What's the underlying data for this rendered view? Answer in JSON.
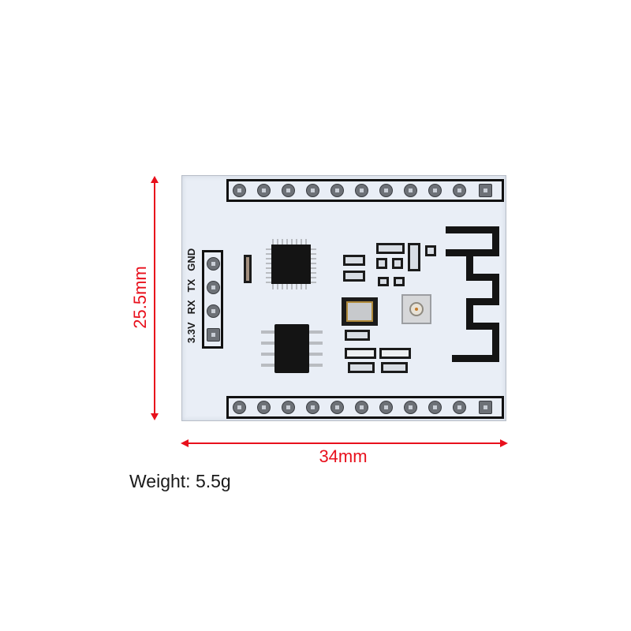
{
  "product": {
    "type": "PCB module (WiFi module breakout)",
    "board_color": "#e9eef6"
  },
  "dimensions": {
    "height_label": "25.5mm",
    "width_label": "34mm",
    "color": "#e8101c"
  },
  "weight": {
    "label": "Weight: 5.5g"
  },
  "silkscreen": {
    "pin_labels": [
      "3.3V",
      "RX",
      "TX",
      "GND"
    ]
  },
  "headers": {
    "top_pin_count": 11,
    "bottom_pin_count": 11,
    "side_pin_count": 4
  }
}
